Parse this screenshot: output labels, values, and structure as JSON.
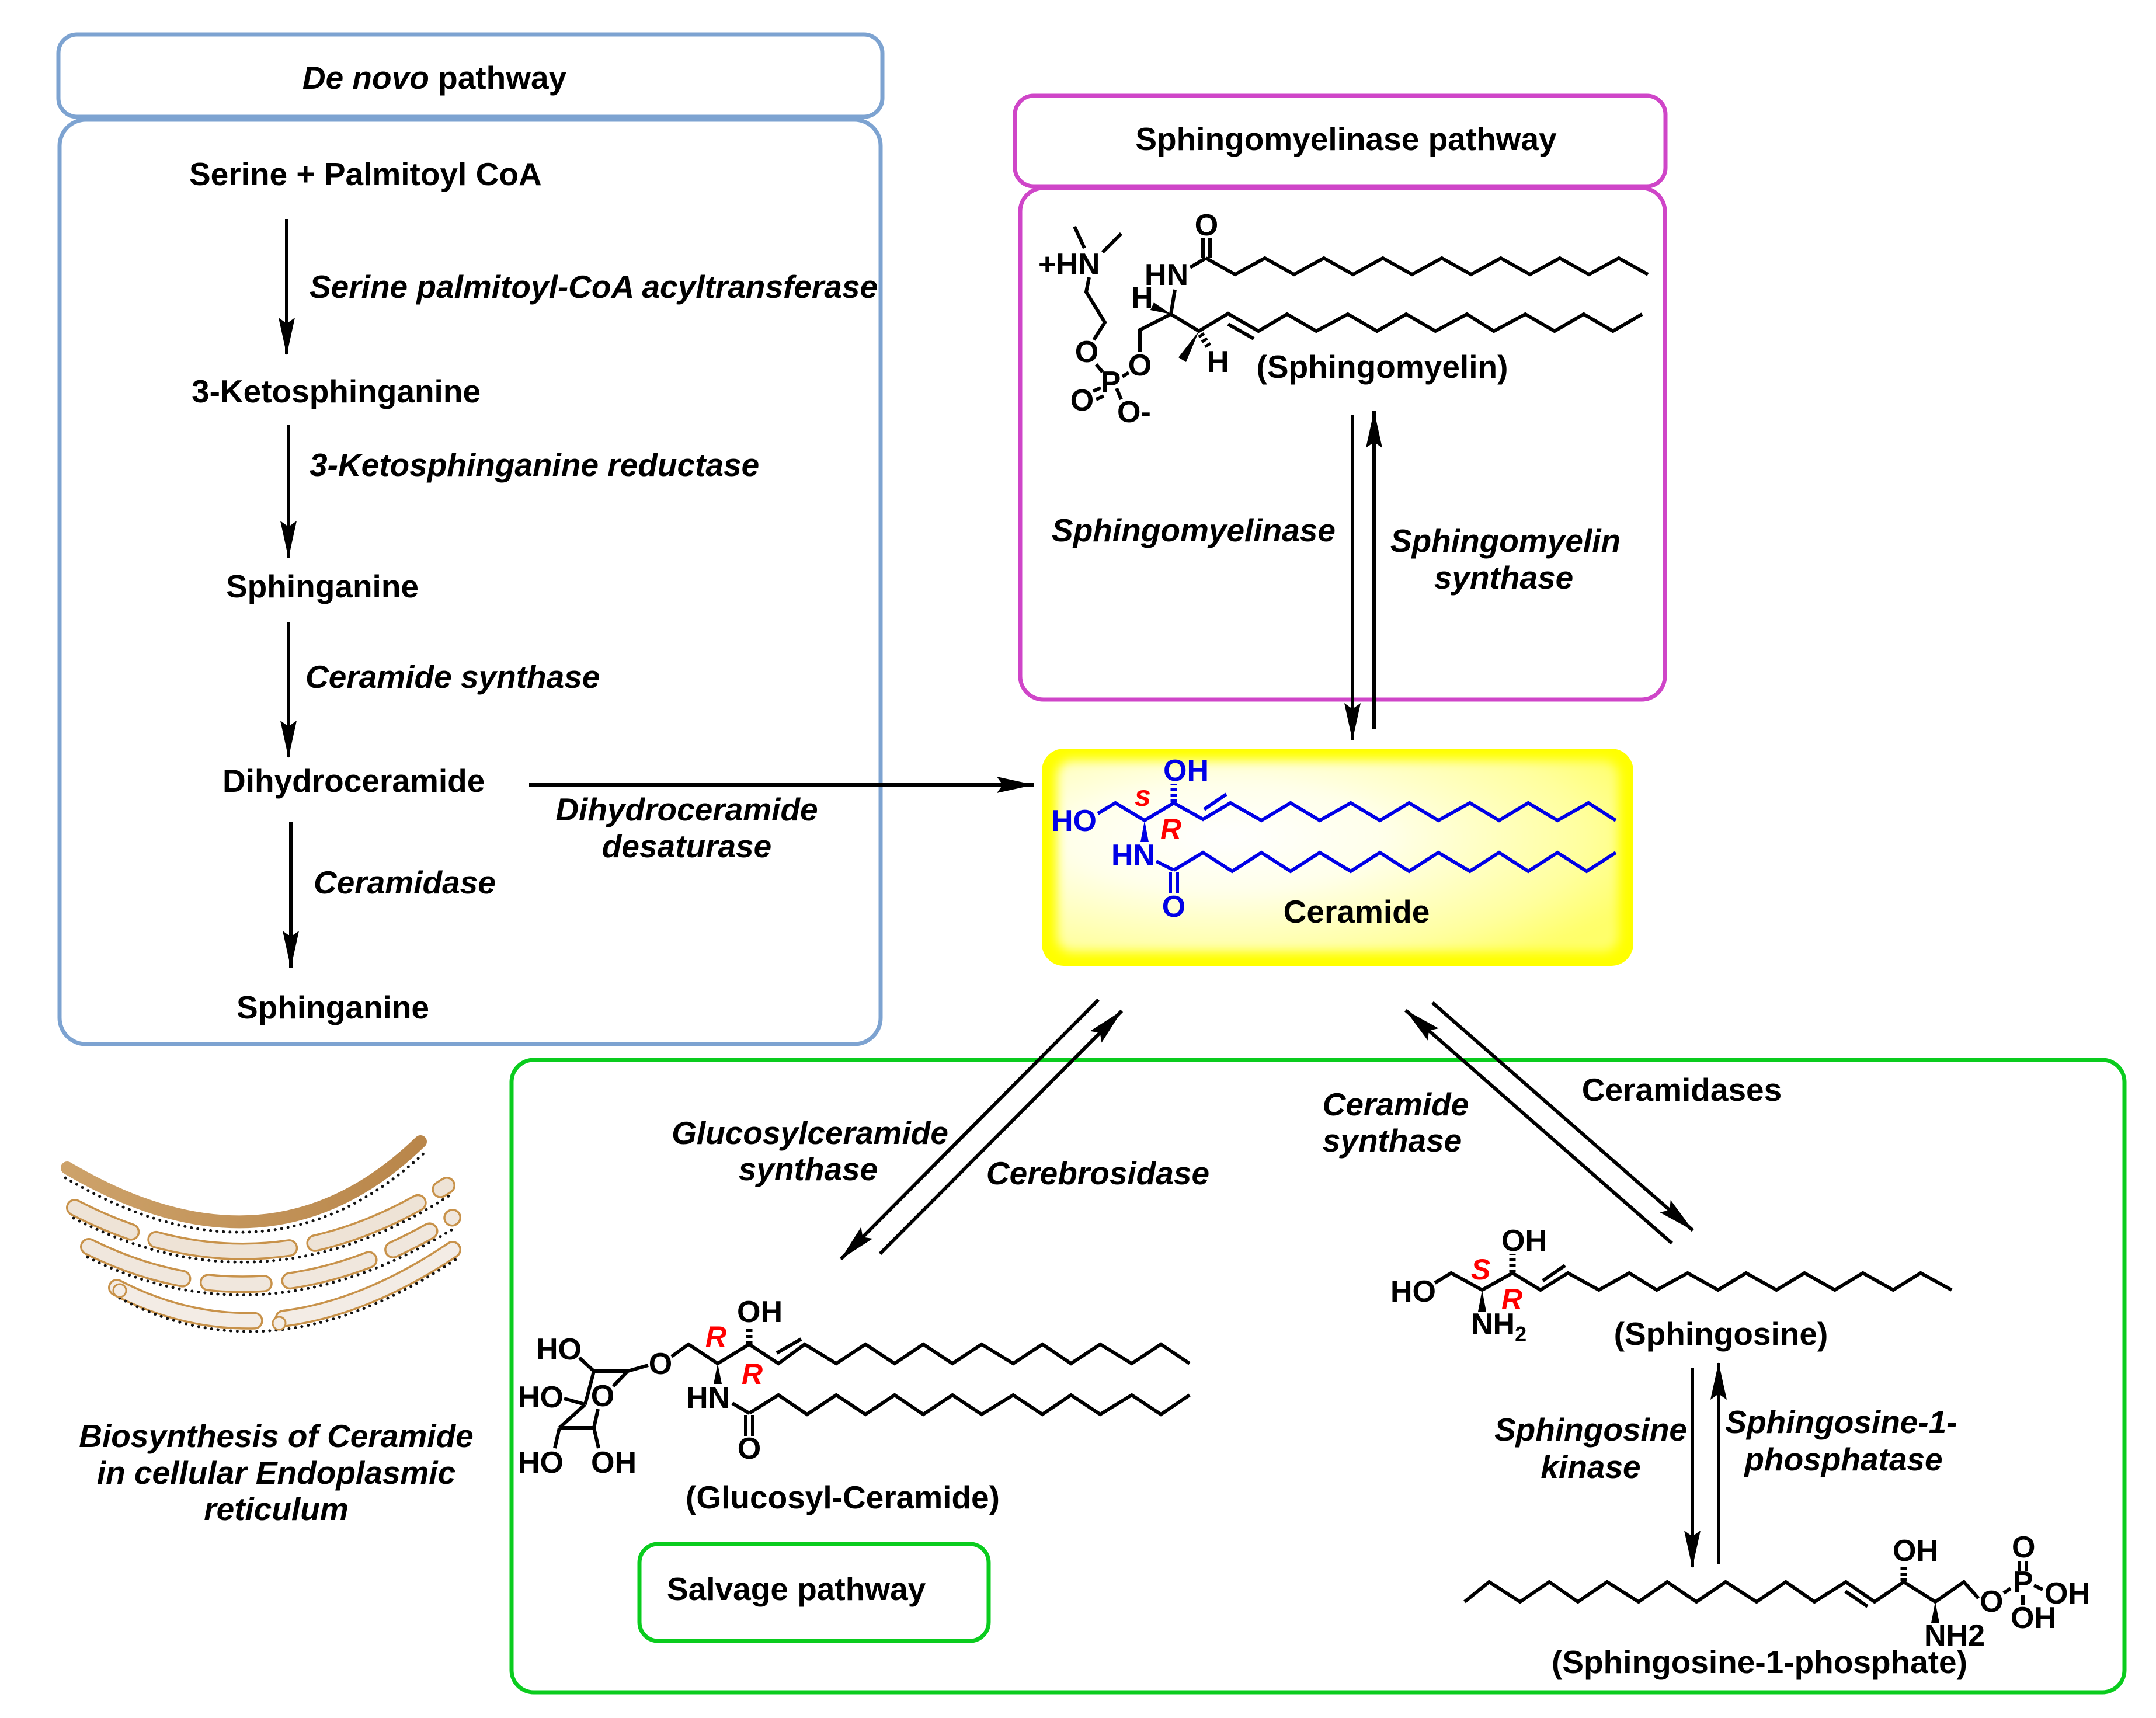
{
  "colors": {
    "de_novo_border": "#7DA3D1",
    "sphingomyelinase_border": "#CF45C8",
    "salvage_border": "#0ACC1E",
    "ceramide_highlight": "#FFFF00",
    "ceramide_structure": "#0000E6",
    "stereo_label": "#FF0000",
    "er_membrane": "#C39352"
  },
  "de_novo": {
    "title_italic": "De novo",
    "title_rest": " pathway",
    "intermediates": [
      "Serine + Palmitoyl CoA",
      "3-Ketosphinganine",
      "Sphinganine",
      "Dihydroceramide",
      "Sphinganine"
    ],
    "enzymes": [
      "Serine palmitoyl-CoA acyltransferase",
      "3-Ketosphinganine reductase",
      "Ceramide synthase",
      "Ceramidase"
    ],
    "to_ceramide_enzyme": [
      "Dihydroceramide",
      "desaturase"
    ]
  },
  "sphingomyelinase": {
    "title": "Sphingomyelinase pathway",
    "compound_label": "(Sphingomyelin)",
    "forward_enzyme": "Sphingomyelinase",
    "reverse_enzyme": [
      "Sphingomyelin",
      "synthase"
    ],
    "atoms": {
      "amine": "+HN",
      "ether_o1": "O",
      "phosphorus": "P",
      "ether_o2": "O",
      "phosphoryl_o": "O",
      "phosphate_anion": "O-",
      "amide_nh": "HN",
      "carbonyl_o": "O",
      "h_wedge": "H",
      "h_hash": "H"
    }
  },
  "ceramide": {
    "name": "Ceramide",
    "stereo": [
      "s",
      "R"
    ],
    "atoms": {
      "primary_oh": "HO",
      "secondary_oh": "OH",
      "amide_nh": "HN",
      "carbonyl_o": "O"
    }
  },
  "salvage": {
    "title": "Salvage pathway",
    "glucosylceramide": {
      "compound_label": "(Glucosyl-Ceramide)",
      "forward_enzyme": [
        "Glucosylceramide",
        "synthase"
      ],
      "reverse_enzyme": "Cerebrosidase",
      "stereo": [
        "R",
        "R"
      ],
      "atoms": {
        "sugar_oh_1": "HO",
        "sugar_oh_2": "HO",
        "sugar_oh_3": "HO",
        "sugar_oh_4": "OH",
        "ring_o": "O",
        "glycosidic_o": "O",
        "secondary_oh": "OH",
        "amide_nh": "HN",
        "carbonyl_o": "O"
      }
    },
    "sphingosine": {
      "compound_label": "(Sphingosine)",
      "forward_enzyme": "Ceramidases",
      "reverse_enzyme": [
        "Ceramide",
        "synthase"
      ],
      "stereo": [
        "S",
        "R"
      ],
      "atoms": {
        "primary_oh": "HO",
        "secondary_oh": "OH",
        "amine": "NH",
        "amine_subscript": "2"
      }
    },
    "s1p": {
      "compound_label": "(Sphingosine-1-phosphate)",
      "forward_enzyme": [
        "Sphingosine",
        "kinase"
      ],
      "reverse_enzyme": [
        "Sphingosine-1-",
        "phosphatase"
      ],
      "atoms": {
        "secondary_oh": "OH",
        "amine": "NH2",
        "ester_o": "O",
        "phosphorus": "P",
        "phosphoryl_o": "O",
        "phosphate_oh_1": "OH",
        "phosphate_oh_2": "OH"
      }
    }
  },
  "er_caption": [
    "Biosynthesis of Ceramide",
    "in cellular Endoplasmic",
    "reticulum"
  ]
}
